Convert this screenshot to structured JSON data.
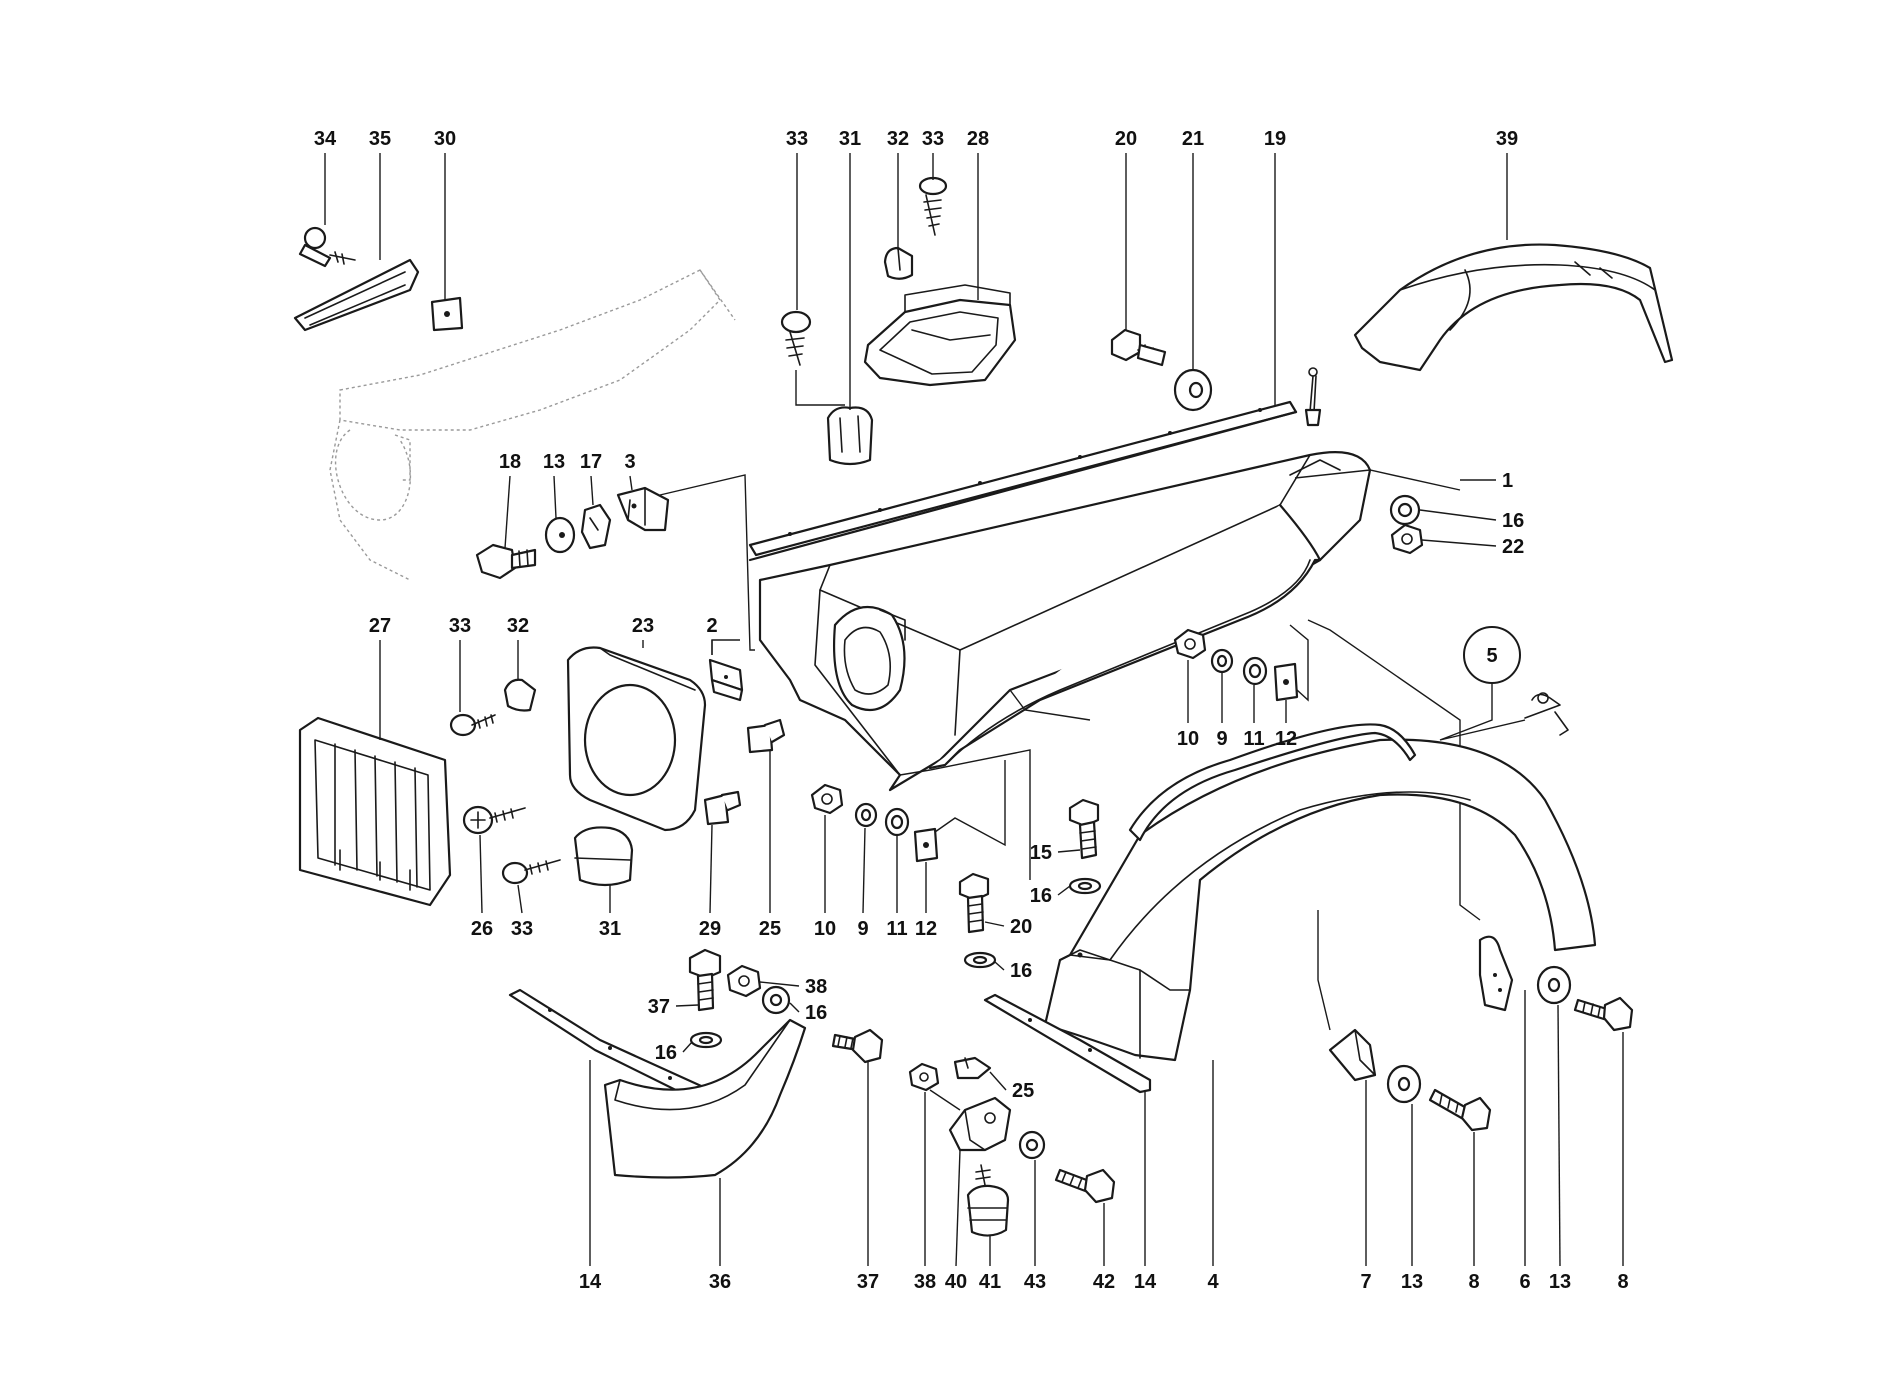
{
  "diagram": {
    "circled_callout": "5",
    "callouts": [
      {
        "id": "c34a",
        "text": "34"
      },
      {
        "id": "c35",
        "text": "35"
      },
      {
        "id": "c30",
        "text": "30"
      },
      {
        "id": "c33a",
        "text": "33"
      },
      {
        "id": "c31a",
        "text": "31"
      },
      {
        "id": "c32a",
        "text": "32"
      },
      {
        "id": "c33b",
        "text": "33"
      },
      {
        "id": "c28",
        "text": "28"
      },
      {
        "id": "c20a",
        "text": "20"
      },
      {
        "id": "c21",
        "text": "21"
      },
      {
        "id": "c19",
        "text": "19"
      },
      {
        "id": "c39",
        "text": "39"
      },
      {
        "id": "c18",
        "text": "18"
      },
      {
        "id": "c13a",
        "text": "13"
      },
      {
        "id": "c17",
        "text": "17"
      },
      {
        "id": "c3",
        "text": "3"
      },
      {
        "id": "c1",
        "text": "1"
      },
      {
        "id": "c16a",
        "text": "16"
      },
      {
        "id": "c22",
        "text": "22"
      },
      {
        "id": "c27",
        "text": "27"
      },
      {
        "id": "c33c",
        "text": "33"
      },
      {
        "id": "c32b",
        "text": "32"
      },
      {
        "id": "c23",
        "text": "23"
      },
      {
        "id": "c2",
        "text": "2"
      },
      {
        "id": "c10a",
        "text": "10"
      },
      {
        "id": "c9a",
        "text": "9"
      },
      {
        "id": "c11a",
        "text": "11"
      },
      {
        "id": "c12a",
        "text": "12"
      },
      {
        "id": "c26",
        "text": "26"
      },
      {
        "id": "c33d",
        "text": "33"
      },
      {
        "id": "c31b",
        "text": "31"
      },
      {
        "id": "c29",
        "text": "29"
      },
      {
        "id": "c25a",
        "text": "25"
      },
      {
        "id": "c10b",
        "text": "10"
      },
      {
        "id": "c9b",
        "text": "9"
      },
      {
        "id": "c11b",
        "text": "11"
      },
      {
        "id": "c12b",
        "text": "12"
      },
      {
        "id": "c15",
        "text": "15"
      },
      {
        "id": "c16b",
        "text": "16"
      },
      {
        "id": "c20b",
        "text": "20"
      },
      {
        "id": "c16c",
        "text": "16"
      },
      {
        "id": "c38a",
        "text": "38"
      },
      {
        "id": "c37a",
        "text": "37"
      },
      {
        "id": "c16d",
        "text": "16"
      },
      {
        "id": "c16e",
        "text": "16"
      },
      {
        "id": "c25b",
        "text": "25"
      },
      {
        "id": "c14a",
        "text": "14"
      },
      {
        "id": "c36",
        "text": "36"
      },
      {
        "id": "c37b",
        "text": "37"
      },
      {
        "id": "c38b",
        "text": "38"
      },
      {
        "id": "c40",
        "text": "40"
      },
      {
        "id": "c41",
        "text": "41"
      },
      {
        "id": "c43",
        "text": "43"
      },
      {
        "id": "c42",
        "text": "42"
      },
      {
        "id": "c14b",
        "text": "14"
      },
      {
        "id": "c4",
        "text": "4"
      },
      {
        "id": "c7",
        "text": "7"
      },
      {
        "id": "c13b",
        "text": "13"
      },
      {
        "id": "c8a",
        "text": "8"
      },
      {
        "id": "c6",
        "text": "6"
      },
      {
        "id": "c13c",
        "text": "13"
      },
      {
        "id": "c8b",
        "text": "8"
      }
    ]
  }
}
